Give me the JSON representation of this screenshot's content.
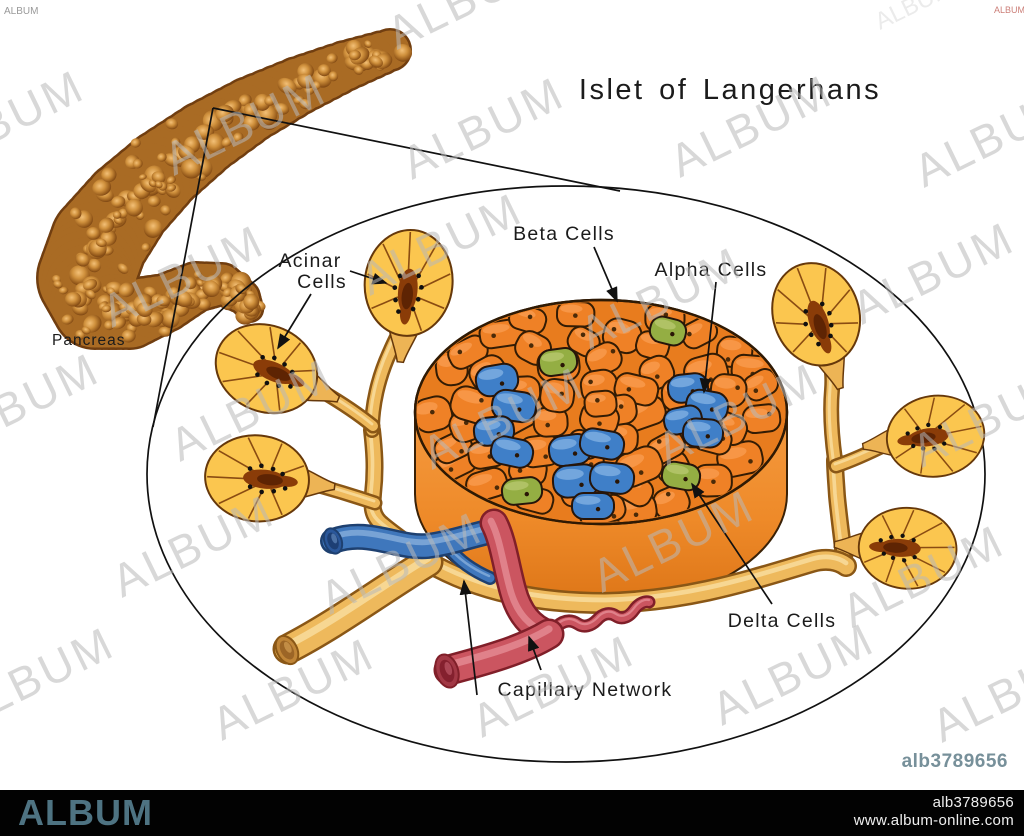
{
  "title": "Islet of Langerhans",
  "labels": {
    "pancreas": "Pancreas",
    "acinar_line1": "Acinar",
    "acinar_line2": "Cells",
    "beta": "Beta Cells",
    "alpha": "Alpha Cells",
    "delta": "Delta Cells",
    "capillary": "Capillary Network"
  },
  "watermark": {
    "text": "ALBUM"
  },
  "footer": {
    "brand": "ALBUM",
    "image_id": "alb3789656",
    "website": "www.album-online.com",
    "code_above_bar": "alb3789656"
  },
  "colors": {
    "beta_cell_orange": "#ee8126",
    "alpha_cell_blue": "#3f7fc8",
    "delta_cell_green": "#94ae43",
    "acinar_yellow": "#fbc64f",
    "duct_tan": "#eeb95c",
    "vein_blue": "#3f77bc",
    "artery_red": "#cb5560",
    "pancreas_brown": "#b97a2e",
    "brand_teal": "#4e7382",
    "code_gray_teal": "#77909a",
    "footer_bg": "#020202"
  }
}
